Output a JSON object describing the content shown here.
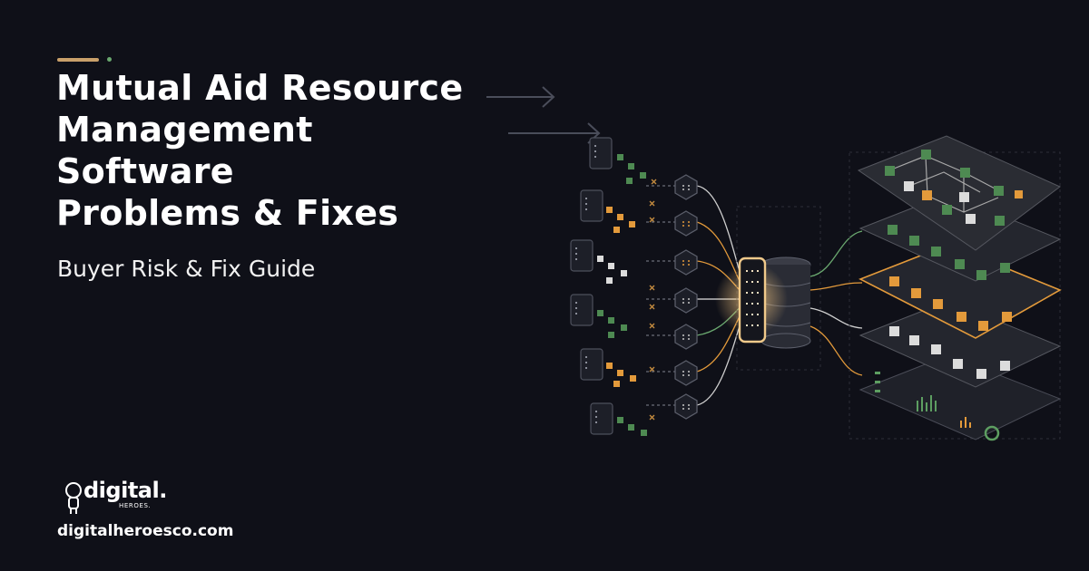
{
  "title_lines": [
    "Mutual Aid Resource",
    "Management",
    "Software",
    "Problems & Fixes"
  ],
  "subtitle": "Buyer Risk & Fix Guide",
  "brand": {
    "logo_word": "digital.",
    "logo_sub": "HEROES.",
    "website": "digitalheroesco.com"
  },
  "colors": {
    "background": "#0f1018",
    "accent_gold": "#c9a06a",
    "accent_green": "#6aa86f",
    "node_orange": "#e39a3b",
    "node_green": "#4e8a52",
    "node_white": "#dcdcdc"
  }
}
